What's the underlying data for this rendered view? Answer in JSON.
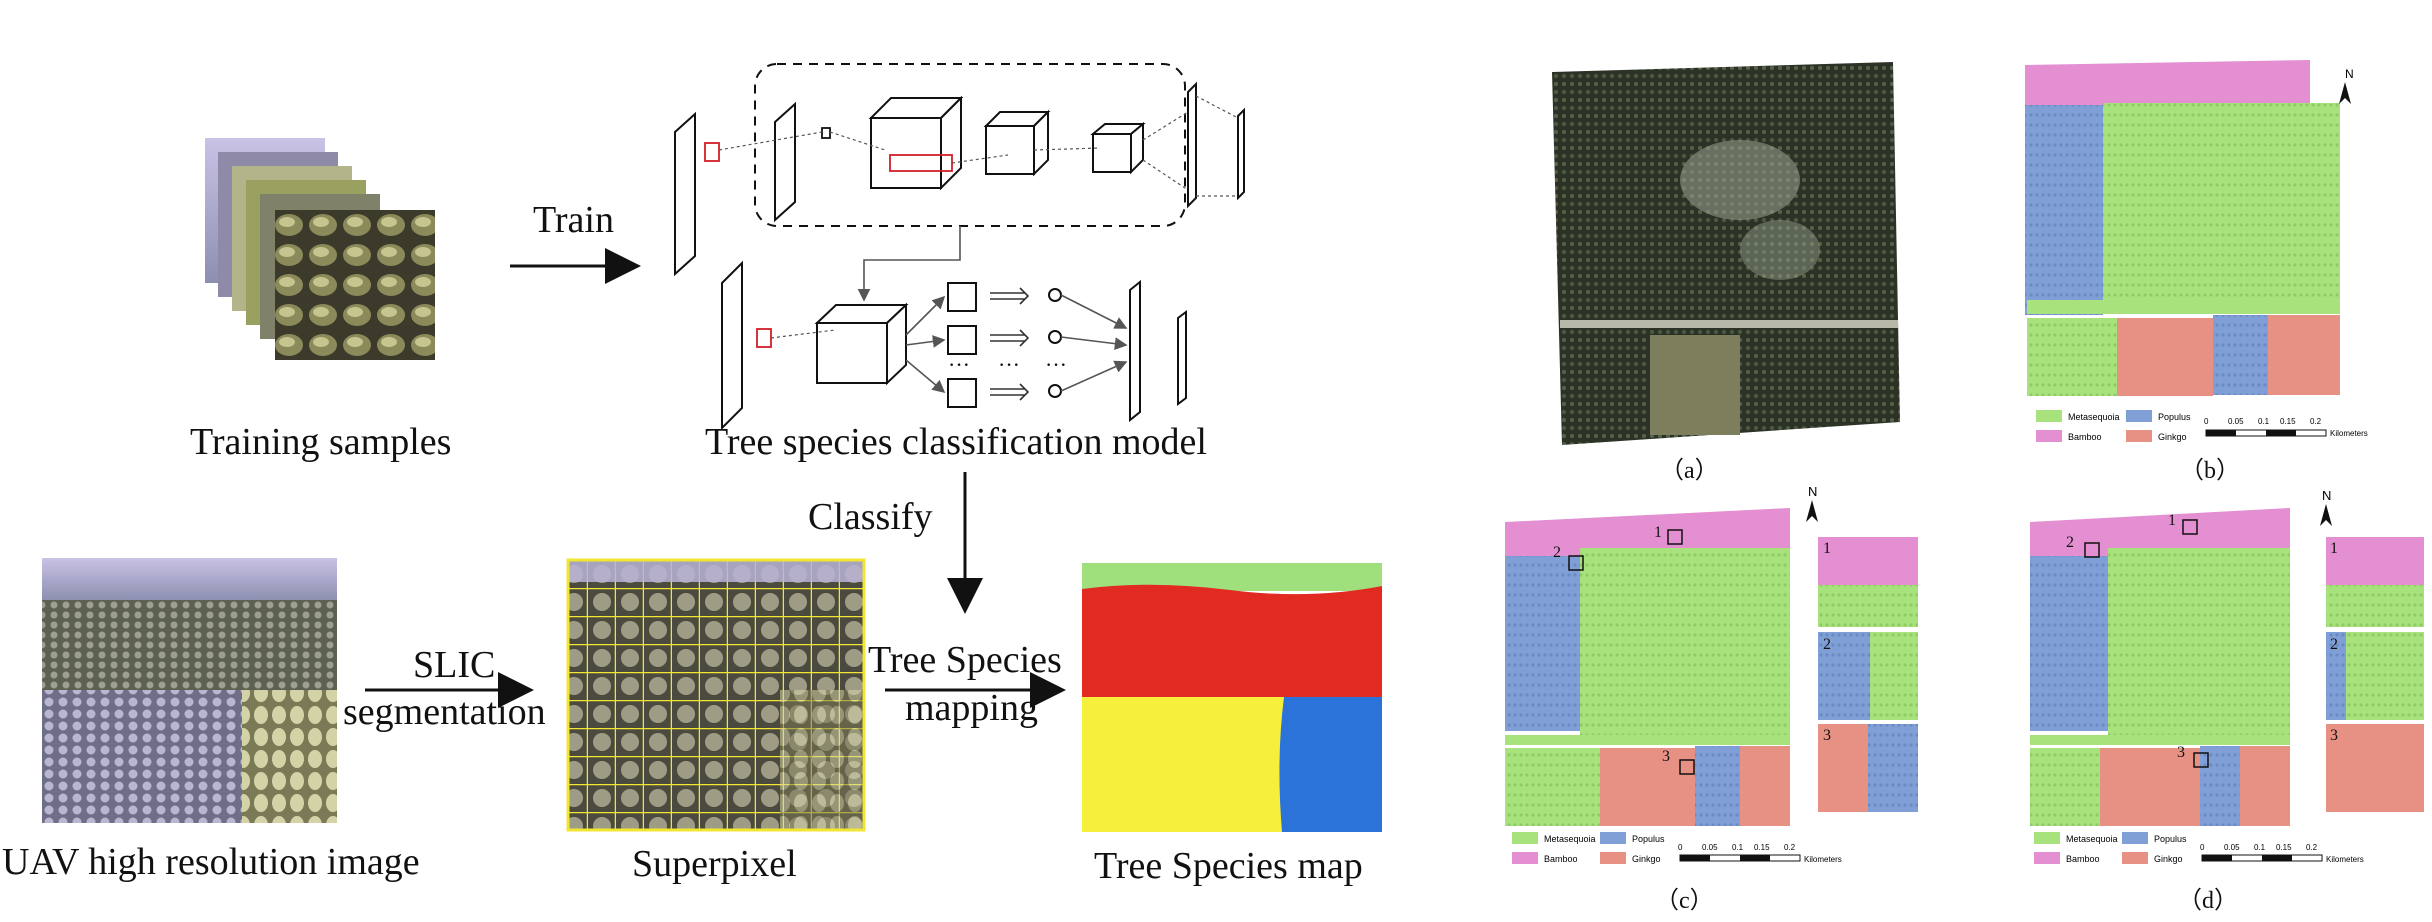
{
  "workflow": {
    "training_samples": "Training samples",
    "train": "Train",
    "model": "Tree species classification model",
    "classify": "Classify",
    "uav_image": "UAV high resolution image",
    "slic_line1": "SLIC",
    "slic_line2": "segmentation",
    "superpixel": "Superpixel",
    "mapping_line1": "Tree Species",
    "mapping_line2": "mapping",
    "species_map": "Tree Species map",
    "ellipsis": "···"
  },
  "maps": {
    "captions": [
      "（a）",
      "（b）",
      "（c）",
      "（d）"
    ],
    "north": "N",
    "legend": {
      "metasequoia": "Metasequoia",
      "populus": "Populus",
      "bamboo": "Bamboo",
      "ginkgo": "Ginkgo"
    },
    "scale": {
      "ticks": [
        "0",
        "0.05",
        "0.1",
        "0.15",
        "0.2"
      ],
      "unit": "Kilometers"
    },
    "zoom_numbers": [
      "1",
      "2",
      "3"
    ],
    "colors": {
      "metasequoia": "#a8e27c",
      "populus": "#7f9fd6",
      "bamboo": "#e38fd2",
      "ginkgo": "#e79184",
      "map_red": "#e02a22",
      "map_yellow": "#f6ef3c",
      "map_blue": "#2b73d9",
      "map_green": "#9fe07d"
    }
  }
}
